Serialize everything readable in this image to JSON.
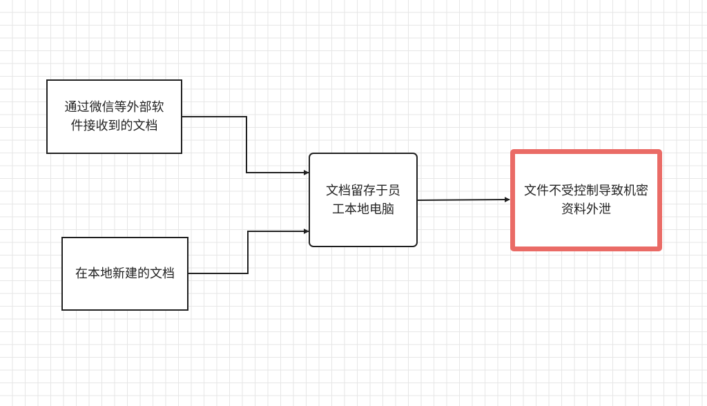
{
  "diagram": {
    "nodes": {
      "wechat_files": {
        "label": "通过微信等外部软件接收到的文档"
      },
      "local_new_files": {
        "label": "在本地新建的文档"
      },
      "local_storage": {
        "label": "文档留存于员工本地电脑"
      },
      "data_leak": {
        "label": "文件不受控制导致机密资料外泄"
      }
    },
    "colors": {
      "node_border": "#1f1f1f",
      "danger_border": "#ea6b66",
      "edge": "#1f1f1f",
      "grid": "#e6e6e6"
    }
  }
}
